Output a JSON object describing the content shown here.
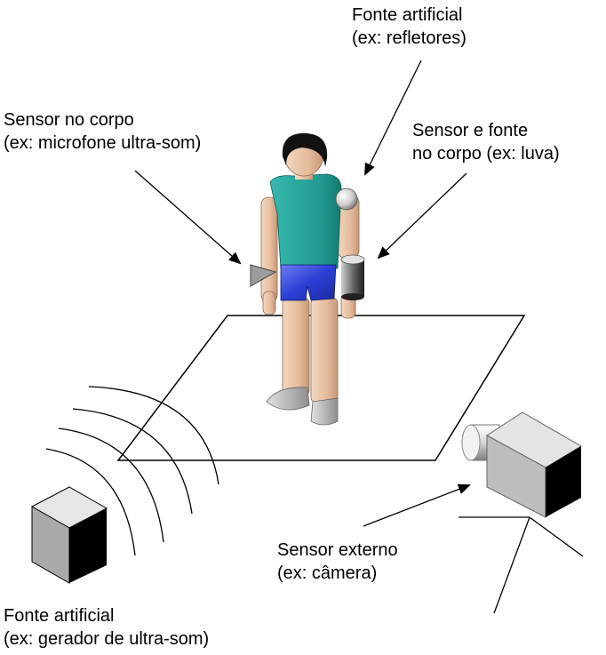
{
  "labels": {
    "reflectors": {
      "line1": "Fonte artificial",
      "line2": "(ex: refletores)"
    },
    "body_sensor": {
      "line1": "Sensor no corpo",
      "line2": "(ex: microfone ultra-som)"
    },
    "glove": {
      "line1": "Sensor e fonte",
      "line2": "no corpo (ex: luva)"
    },
    "external_sensor": {
      "line1": "Sensor externo",
      "line2": "(ex: câmera)"
    },
    "ultrasound": {
      "line1": "Fonte artificial",
      "line2": "(ex: gerador de ultra-som)"
    }
  },
  "colors": {
    "shirt": "#2aa39a",
    "shorts": "#2c3fd6",
    "skin": "#e9c4a6",
    "hair": "#111111",
    "shoes": "#b8b8b8",
    "box_light": "#bdbdbd",
    "box_dark": "#000000"
  },
  "icons": [
    "reflector-sphere-icon",
    "microphone-sensor-icon",
    "glove-sensor-icon",
    "camera-icon",
    "ultrasound-generator-icon"
  ]
}
